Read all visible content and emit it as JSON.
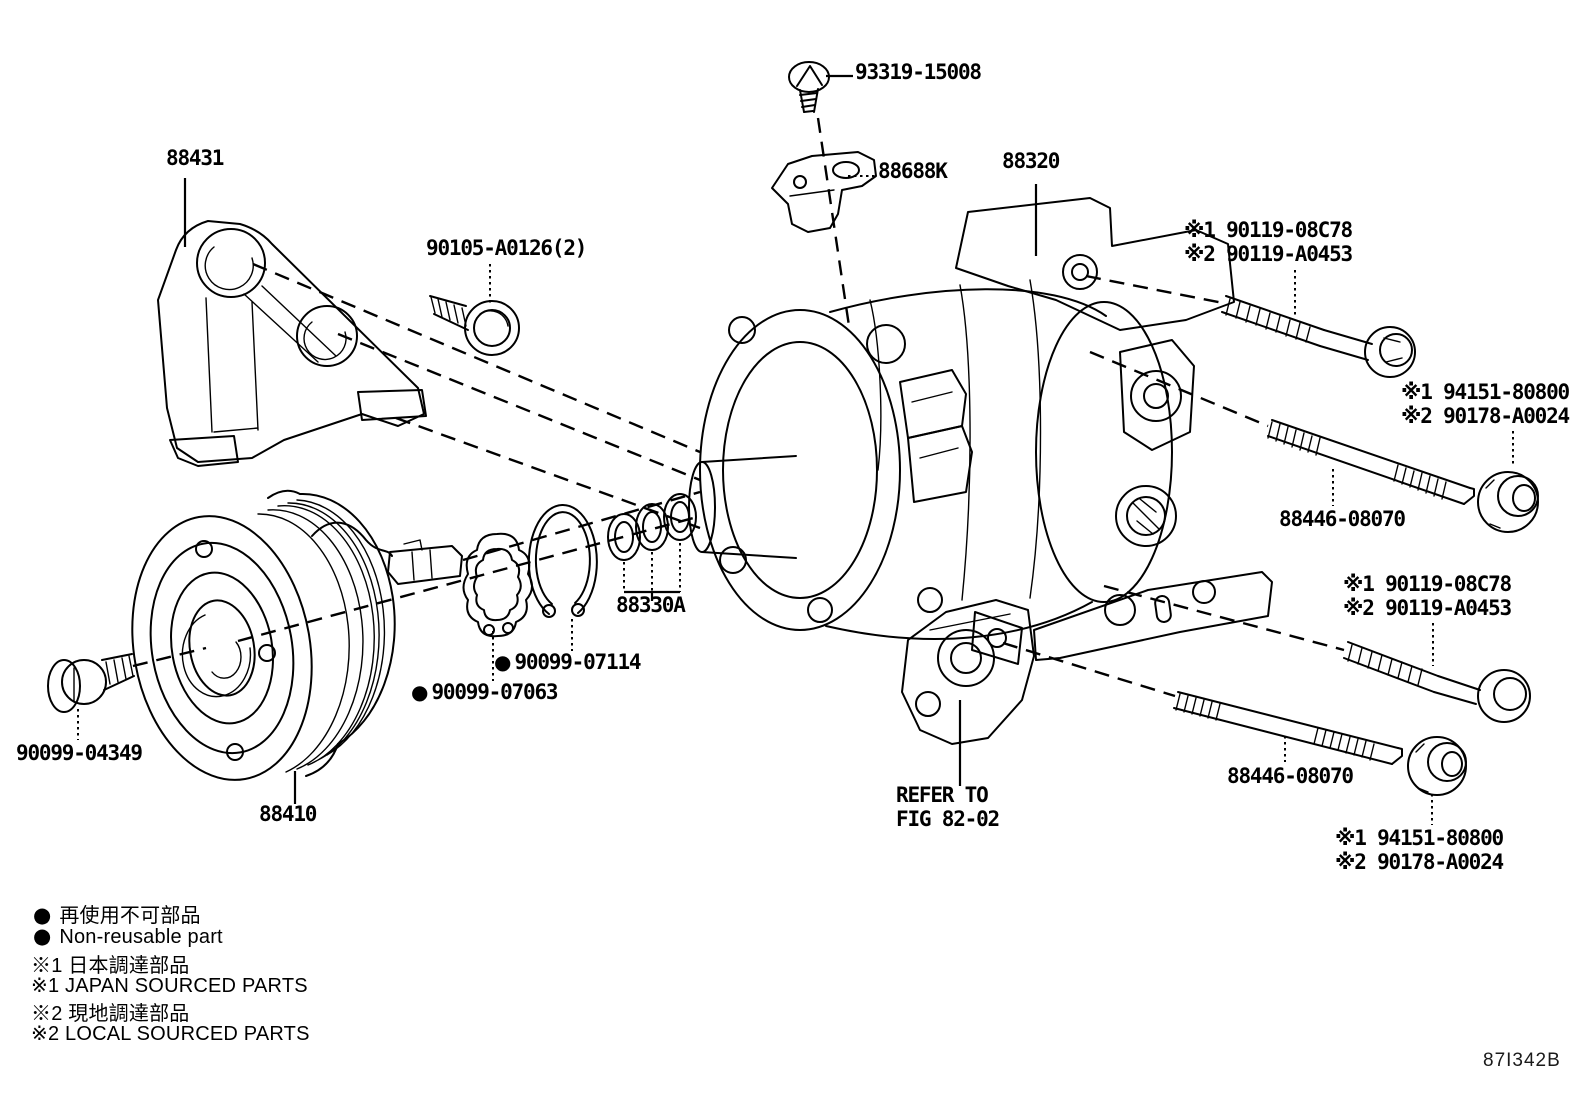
{
  "figure_code": "87I342B",
  "colors": {
    "line": "#000000",
    "background": "#ffffff"
  },
  "icons": {
    "non_reusable_bullet": "●",
    "reference_mark": "※"
  },
  "callouts": [
    {
      "id": "screw-93319",
      "text": "93319-15008"
    },
    {
      "id": "bracket-88431",
      "text": "88431"
    },
    {
      "id": "bolt-90105",
      "text": "90105-A0126(2)"
    },
    {
      "id": "bracket-88688k",
      "text": "88688K"
    },
    {
      "id": "compressor-88320",
      "text": "88320"
    },
    {
      "id": "bolt-90119-top-line1",
      "text": "※1 90119-08C78"
    },
    {
      "id": "bolt-90119-top-line2",
      "text": "※2 90119-A0453"
    },
    {
      "id": "nut-94151-top-line1",
      "text": "※1 94151-80800"
    },
    {
      "id": "nut-94151-top-line2",
      "text": "※2 90178-A0024"
    },
    {
      "id": "stud-88446-top",
      "text": "88446-08070"
    },
    {
      "id": "bolt-90119-bottom-line1",
      "text": "※1 90119-08C78"
    },
    {
      "id": "bolt-90119-bottom-line2",
      "text": "※2 90119-A0453"
    },
    {
      "id": "stud-88446-bottom",
      "text": "88446-08070"
    },
    {
      "id": "nut-94151-bottom-line1",
      "text": "※1 94151-80800"
    },
    {
      "id": "nut-94151-bottom-line2",
      "text": "※2 90178-A0024"
    },
    {
      "id": "snap-ring-90099-07114",
      "text": "90099-07114",
      "non_reusable": true
    },
    {
      "id": "circlip-90099-07063",
      "text": "90099-07063",
      "non_reusable": true
    },
    {
      "id": "bolt-90099-04349",
      "text": "90099-04349"
    },
    {
      "id": "pulley-88410",
      "text": "88410"
    },
    {
      "id": "orings-88330a",
      "text": "88330A"
    },
    {
      "id": "refer-note-line1",
      "text": "REFER TO"
    },
    {
      "id": "refer-note-line2",
      "text": "FIG 82-02"
    }
  ],
  "legend": [
    {
      "id": "non-reusable-jp",
      "bullet": "●",
      "text": "再使用不可部品"
    },
    {
      "id": "non-reusable-en",
      "bullet": "●",
      "text": "Non-reusable part"
    },
    {
      "id": "japan-sourced-jp",
      "text": "※1 日本調達部品"
    },
    {
      "id": "japan-sourced-en",
      "text": "※1 JAPAN SOURCED PARTS"
    },
    {
      "id": "local-sourced-jp",
      "text": "※2 現地調達部品"
    },
    {
      "id": "local-sourced-en",
      "text": "※2 LOCAL SOURCED PARTS"
    }
  ]
}
